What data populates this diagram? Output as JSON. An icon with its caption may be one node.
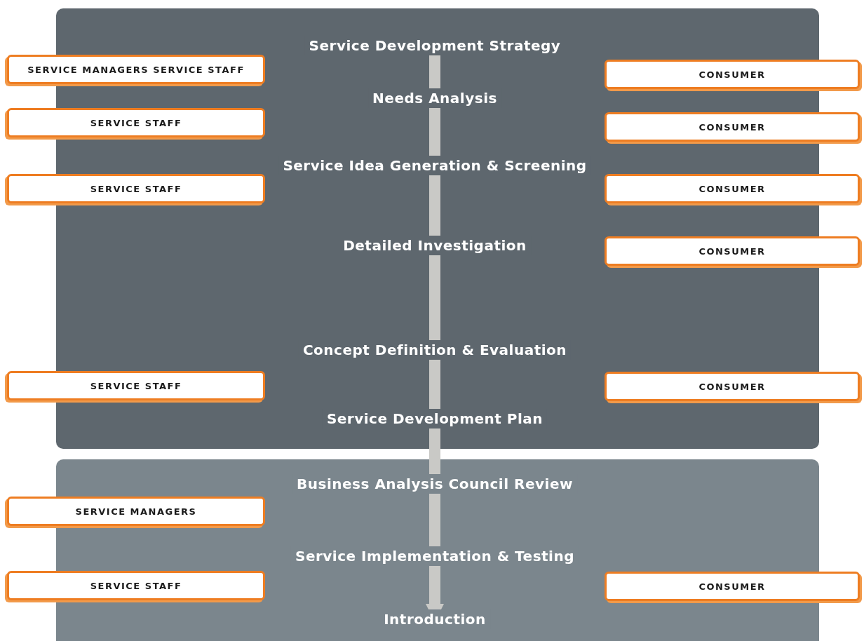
{
  "diagram": {
    "nodes": [
      {
        "text": [],
        "shape": "box"
      },
      {
        "text": [
          "Service Development Strategy"
        ],
        "in": 0
      },
      {
        "text": [
          "SERVICE MANAGERS SERVICE STAFF"
        ]
      },
      {
        "text": [
          "CONSUMER"
        ]
      },
      {
        "text": [
          "Needs Analysis"
        ],
        "in": 0
      },
      {
        "text": [
          "SERVICE STAFF"
        ]
      },
      {
        "text": [
          "CONSUMER"
        ]
      },
      {
        "text": [
          "Service Idea Generation & Screening"
        ],
        "in": 0
      },
      {
        "text": [
          "SERVICE STAFF"
        ]
      },
      {
        "text": [
          "CONSUMER"
        ]
      },
      {
        "text": [
          "Detailed Investigation"
        ],
        "in": 0
      },
      {
        "text": [
          "CONSUMER"
        ]
      },
      {
        "text": [
          "Concept Definition & Evaluation"
        ],
        "in": 0
      },
      {
        "text": [
          "SERVICE STAFF"
        ]
      },
      {
        "text": [
          "CONSUMER"
        ]
      },
      {
        "text": [
          "Service Development Plan"
        ],
        "in": 0
      },
      {
        "text": [],
        "shape": "box"
      },
      {
        "text": [
          "Business Analysis Council Review"
        ],
        "in": 16
      },
      {
        "text": [
          "SERVICE MANAGERS"
        ]
      },
      {
        "text": [
          "Service Implementation & Testing"
        ],
        "in": 16
      },
      {
        "text": [
          "SERVICE STAFF"
        ]
      },
      {
        "text": [
          "CONSUMER"
        ]
      },
      {
        "text": [
          "Introduction"
        ],
        "in": 16
      }
    ],
    "edges": [
      {
        "from": 1,
        "to": 4,
        "arrow": "none"
      },
      {
        "from": 4,
        "to": 7,
        "arrow": "none"
      },
      {
        "from": 7,
        "to": 10,
        "arrow": "none"
      },
      {
        "from": 10,
        "to": 12,
        "arrow": "none"
      },
      {
        "from": 12,
        "to": 15,
        "arrow": "none"
      },
      {
        "from": 15,
        "to": 17,
        "arrow": "none"
      },
      {
        "from": 17,
        "to": 19,
        "arrow": "none"
      },
      {
        "from": 19,
        "to": 22,
        "arrow": "to"
      }
    ]
  }
}
